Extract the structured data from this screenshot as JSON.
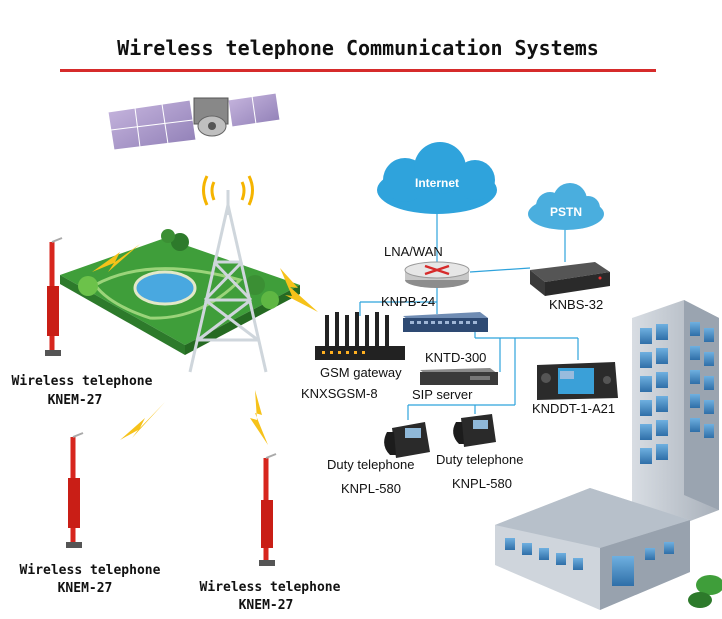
{
  "title": "Wireless telephone Communication Systems",
  "colors": {
    "accent_red": "#d62b2b",
    "cloud_blue": "#2fa3dc",
    "pole_red": "#d7261e",
    "grass": "#3f9e3a"
  },
  "clouds": {
    "internet": "Internet",
    "pstn": "PSTN"
  },
  "links": {
    "lna_wan": "LNA/WAN"
  },
  "devices": {
    "knpb": "KNPB-24",
    "knbs": "KNBS-32",
    "kntd": "KNTD-300",
    "gsm_line1": "GSM  gateway",
    "gsm_line2": "KNXSGSM-8",
    "sip": "SIP server",
    "knddt": "KNDDT-1-A21"
  },
  "phones": [
    {
      "label": "Duty telephone",
      "model": "KNPL-580"
    },
    {
      "label": "Duty telephone",
      "model": "KNPL-580"
    }
  ],
  "wireless": [
    {
      "label": "Wireless telephone",
      "model": "KNEM-27"
    },
    {
      "label": "Wireless telephone",
      "model": "KNEM-27"
    },
    {
      "label": "Wireless telephone",
      "model": "KNEM-27"
    }
  ],
  "icons": [
    "satellite-icon",
    "tower-icon",
    "router-icon",
    "switch-icon",
    "gsm-gateway-icon",
    "sip-server-icon",
    "dispatch-console-icon",
    "ip-phone-icon",
    "building-icon",
    "emergency-pole-icon",
    "lightning-icon",
    "park-icon"
  ]
}
